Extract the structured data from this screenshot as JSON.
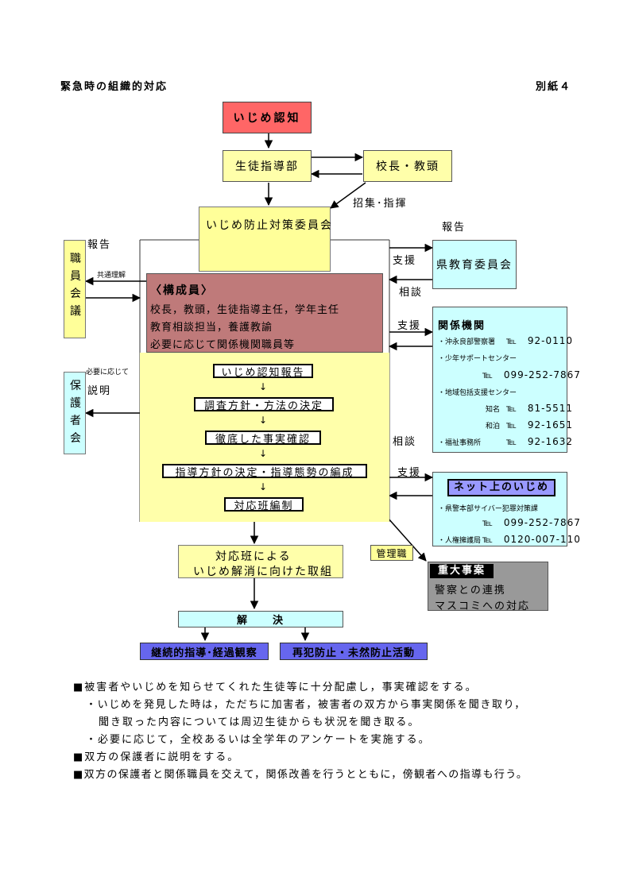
{
  "header": {
    "title": "緊急時の組織的対応",
    "sheet_label": "別紙４"
  },
  "nodes": {
    "recognition": "いじめ認知",
    "student_guidance": "生徒指導部",
    "principal": "校長・教頭",
    "committee": "いじめ防止対策委員会",
    "staff_meeting": [
      "職",
      "員",
      "会",
      "議"
    ],
    "guardian_meeting": [
      "保",
      "護",
      "者",
      "会"
    ],
    "prefecture_board": "県教育委員会",
    "resolution_team_line1": "対応班による",
    "resolution_team_line2": "いじめ解消に向けた取組",
    "resolution": "解　　決",
    "continued_guidance": "継続的指導･経過観察",
    "recurrence_prevention": "再犯防止・未然防止活動"
  },
  "members": {
    "title": "〈構成員〉",
    "lines": [
      "校長，教頭，生徒指導主任，学年主任",
      "教育相談担当，養護教諭",
      "必要に応じて関係機関職員等"
    ]
  },
  "steps": [
    "いじめ認知報告",
    "調査方針・方法の決定",
    "徹底した事実確認",
    "指導方針の決定・指導態勢の編成",
    "対応班編制"
  ],
  "step_arrow": "↓",
  "edge_labels": {
    "gather": "招集･指揮",
    "report_left": "報告",
    "common_understanding": "共通理解",
    "if_needed": "必要に応じて",
    "explain": "説明",
    "report_right": "報告",
    "support1": "支援",
    "consult1": "相談",
    "support2": "支援",
    "consult2": "相談",
    "support3": "支援",
    "management": "管理職"
  },
  "agencies": {
    "title": "関係機関",
    "rows": [
      {
        "name": "・沖永良部警察署",
        "tel": "℡　92-0110"
      },
      {
        "name": "・少年サポートセンター",
        "tel": ""
      },
      {
        "name": "",
        "tel": "℡　099-252-7867"
      },
      {
        "name": "・地域包括支援センター",
        "tel": ""
      },
      {
        "name": "知名",
        "tel": "℡　81-5511"
      },
      {
        "name": "和泊",
        "tel": "℡　92-1651"
      },
      {
        "name": "・福祉事務所",
        "tel": "℡　92-1632"
      }
    ]
  },
  "net_bullying": {
    "title": "ネット上のいじめ",
    "rows": [
      {
        "name": "・県警本部サイバー犯罪対策課",
        "tel": ""
      },
      {
        "name": "",
        "tel": "℡　099-252-7867"
      },
      {
        "name": "・人権擁護局",
        "tel": "℡　0120-007-110"
      }
    ]
  },
  "serious": {
    "title": "重大事案",
    "lines": [
      "警察との連携",
      "マスコミへの対応"
    ]
  },
  "notes": [
    "■被害者やいじめを知らせてくれた生徒等に十分配慮し，事実確認をする。",
    "・いじめを発見した時は，ただちに加害者，被害者の双方から事実関係を聞き取り，",
    "聞き取った内容については周辺生徒からも状況を聞き取る。",
    "・必要に応じて，全校あるいは全学年のアンケートを実施する。",
    "■双方の保護者に説明をする。",
    "■双方の保護者と関係職員を交えて，関係改善を行うとともに，傍観者への指導も行う。"
  ],
  "colors": {
    "recognition_bg": "#ff6666",
    "yellow_bg": "#ffff99",
    "members_bg": "#bf7a7a",
    "cyan_bg": "#ccffff",
    "serious_bg": "#999999",
    "blue_bg": "#6666ee",
    "net_title_bg": "#9999ff"
  }
}
